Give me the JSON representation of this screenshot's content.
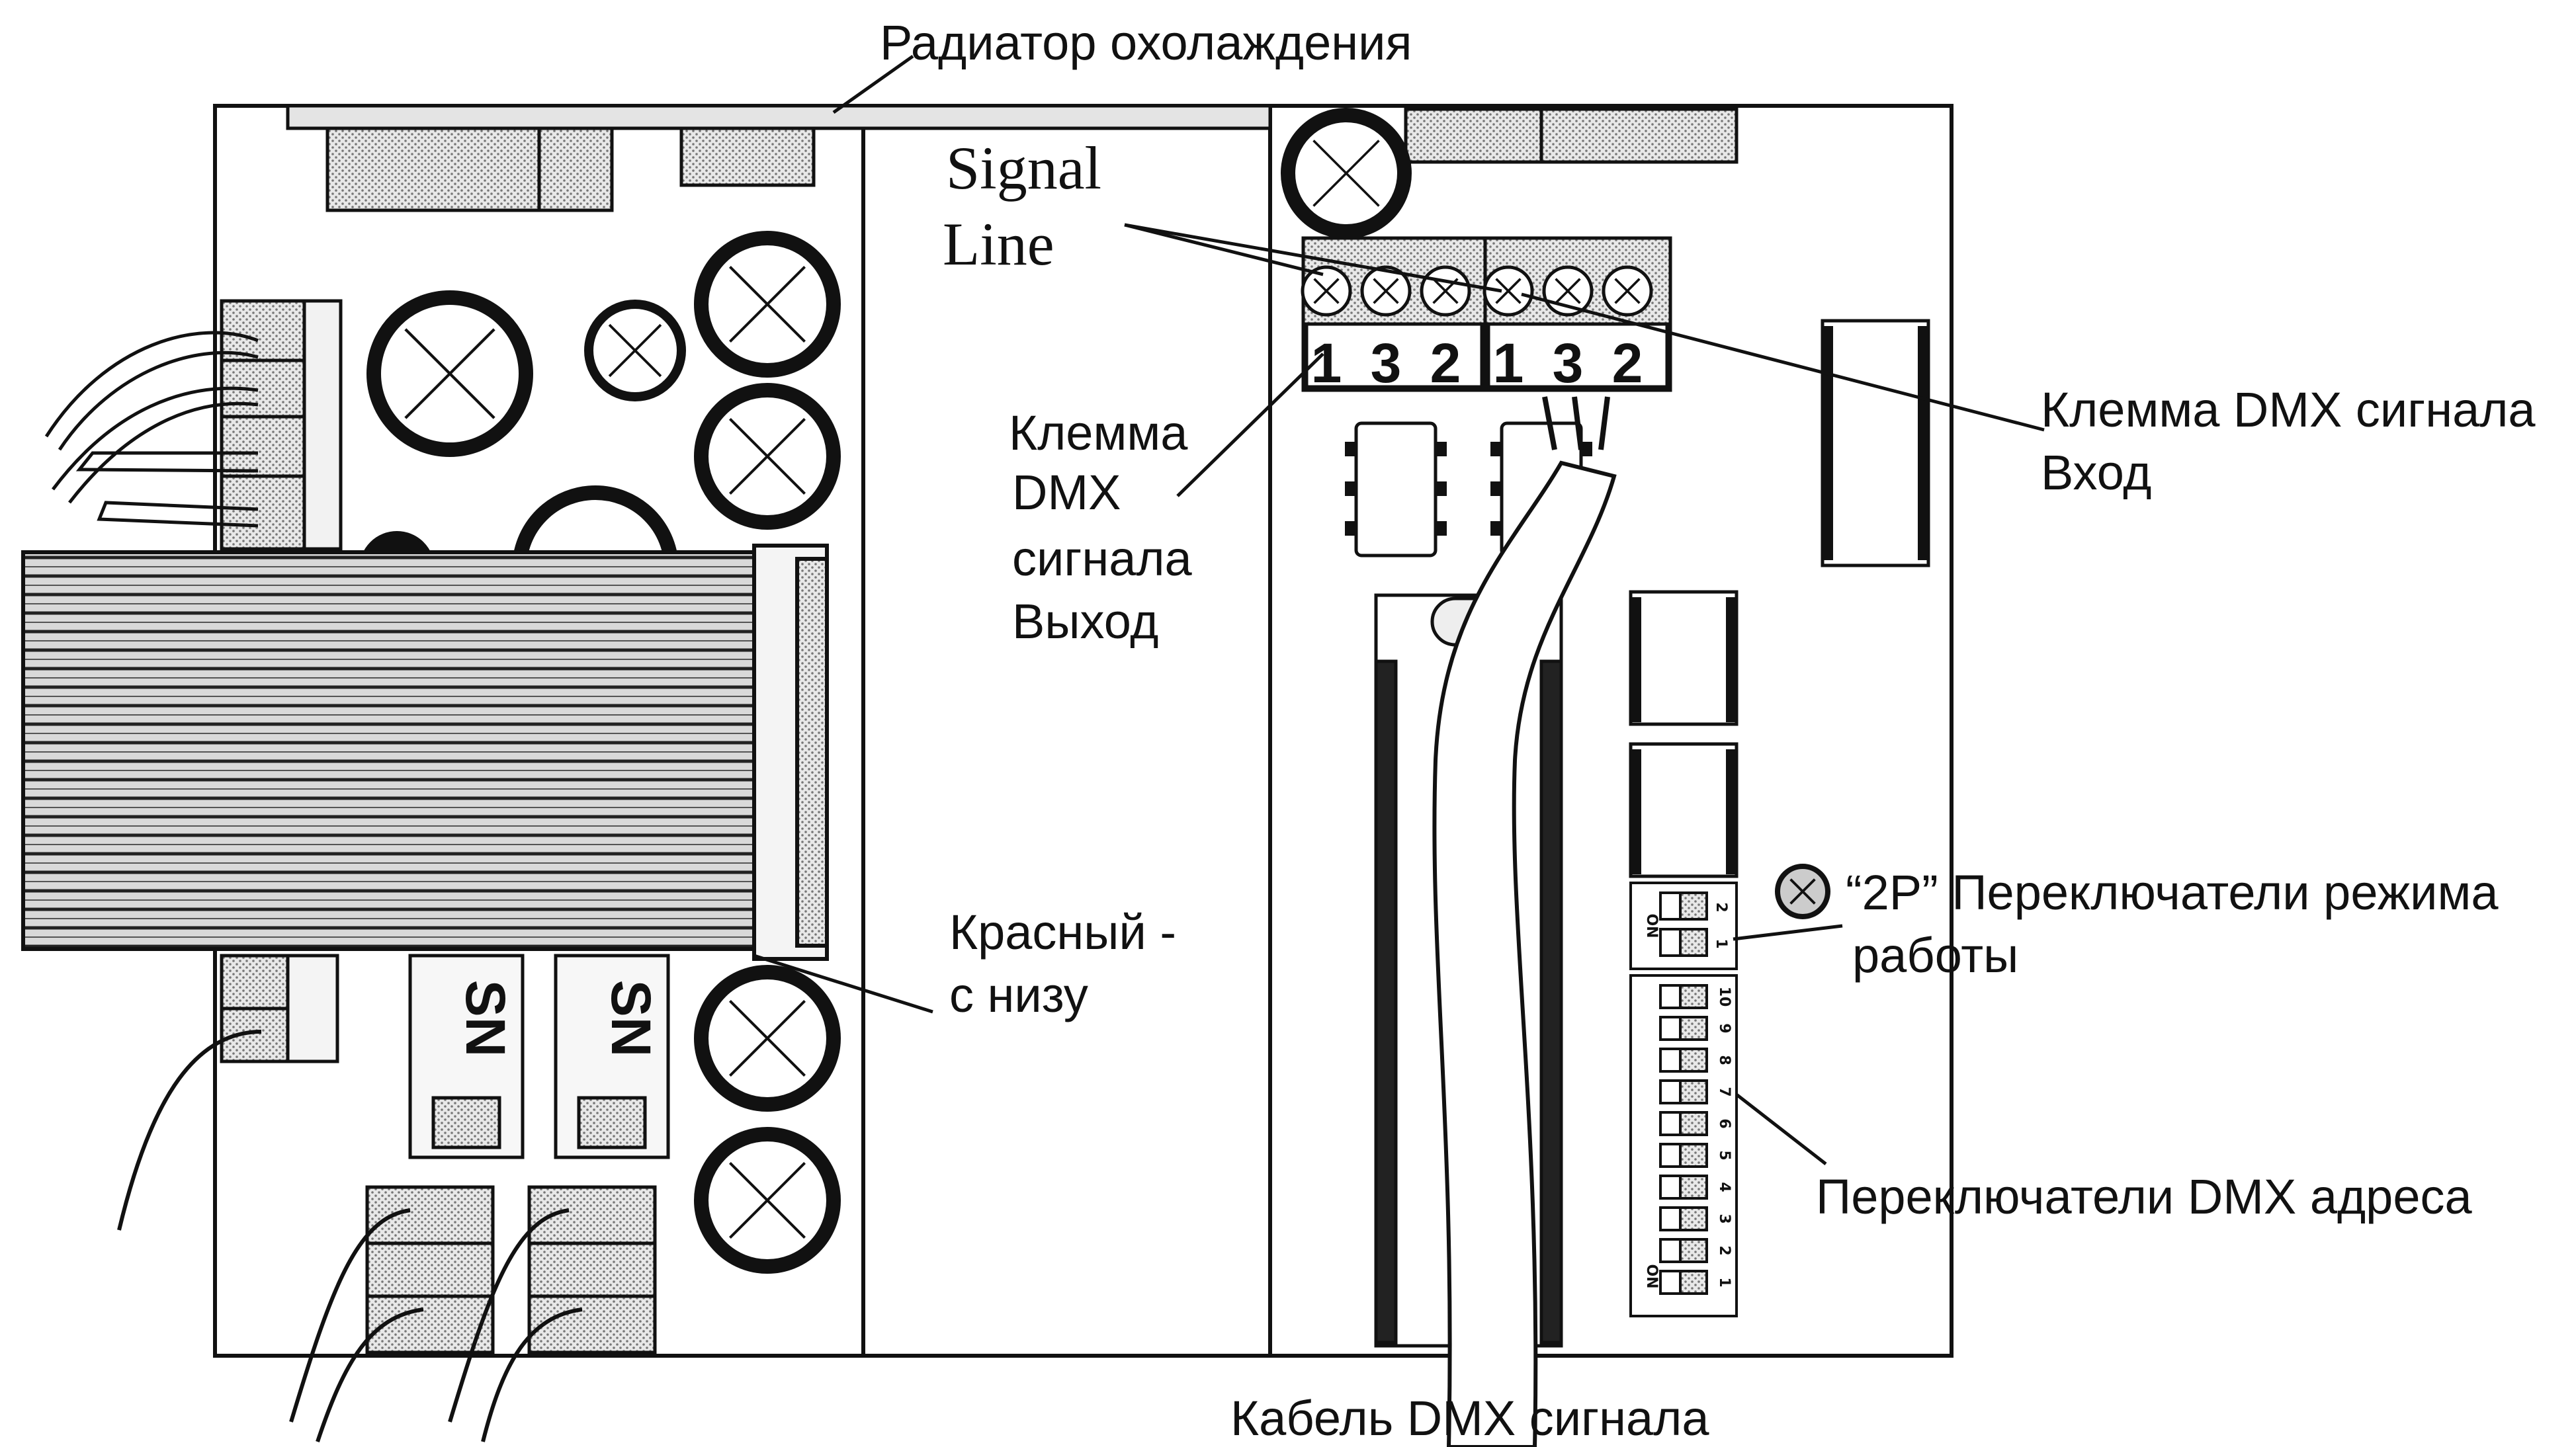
{
  "labels": {
    "radiator": "Радиатор охолаждения",
    "signal_line_1": "Signal",
    "signal_line_2": "Line",
    "dmx_out_1": "Клемма",
    "dmx_out_2": "DMX",
    "dmx_out_3": "сигнала",
    "dmx_out_4": "Выход",
    "dmx_in_1": "Клемма DMX сигнала",
    "dmx_in_2": "Вход",
    "red_bottom_1": "Красный -",
    "red_bottom_2": "с низу",
    "mode_switches_1": "“2P” Переключатели режима",
    "mode_switches_2": "работы",
    "address_switches": "Переключатели DMX адреса",
    "dmx_cable": "Кабель DMX сигнала"
  },
  "terminal_pins": {
    "out": [
      "1",
      "3",
      "2"
    ],
    "in": [
      "1",
      "3",
      "2"
    ]
  },
  "dip_2p": {
    "on_label": "ON",
    "numbers": [
      "2",
      "1"
    ]
  },
  "dip_address": {
    "on_label": "ON",
    "numbers": [
      "10",
      "9",
      "8",
      "7",
      "6",
      "5",
      "4",
      "3",
      "2",
      "1"
    ]
  },
  "chip_markings": [
    "SN",
    "SN"
  ]
}
